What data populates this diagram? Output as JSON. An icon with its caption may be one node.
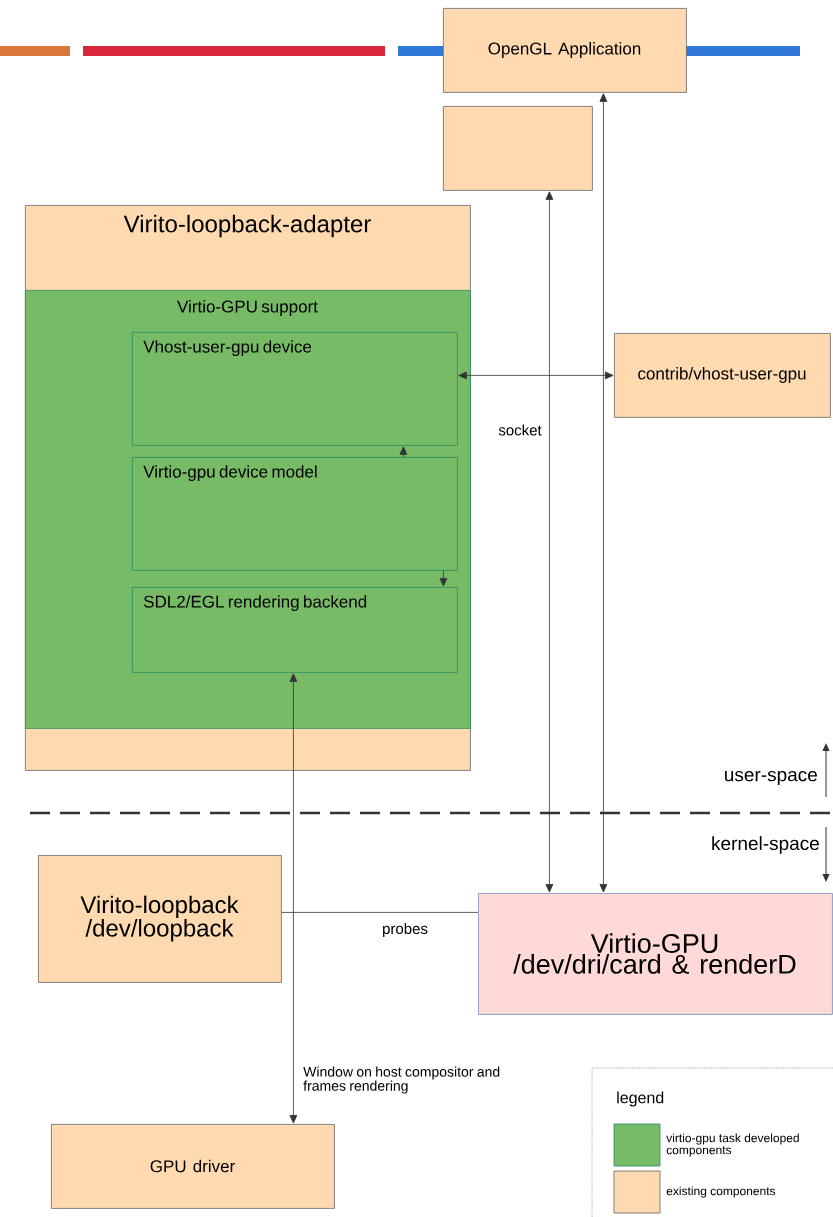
{
  "diagram": {
    "nodes": [
      {
        "text": [
          "OpenGL Application"
        ]
      },
      {
        "text": [],
        "shape": "box"
      },
      {
        "text": [
          "Virito-loopback-adapter"
        ]
      },
      {
        "text": [
          "Virtio-GPU support"
        ],
        "in": 2
      },
      {
        "text": [
          "Vhost-user-gpu device"
        ],
        "in": 3
      },
      {
        "text": [
          "Virtio-gpu device model"
        ],
        "in": 3
      },
      {
        "text": [
          "SDL2/EGL rendering backend"
        ],
        "in": 3
      },
      {
        "text": [
          "contrib/vhost-user-gpu"
        ]
      },
      {
        "text": [
          "Virito-loopback /dev/loopback"
        ]
      },
      {
        "text": [
          "Virtio-GPU /dev/dri/card & renderD"
        ]
      },
      {
        "text": [
          "GPU driver"
        ]
      }
    ],
    "edges": [
      {
        "from": 9,
        "to": 0,
        "arrow": "both"
      },
      {
        "from": 9,
        "to": 1,
        "arrow": "both"
      },
      {
        "from": 4,
        "to": 7,
        "arrow": "both"
      },
      {
        "from": 5,
        "to": 4,
        "arrow": "to"
      },
      {
        "from": 5,
        "to": 6,
        "arrow": "to"
      },
      {
        "from": 6,
        "to": 10,
        "arrow": "both",
        "label": "Window on host compositor and frames rendering"
      },
      {
        "from": 8,
        "to": 9,
        "arrow": "none",
        "label": "probes"
      }
    ],
    "labels": [
      "socket",
      "user-space",
      "kernel-space",
      "legend"
    ],
    "legend": [
      {
        "text": "virtio-gpu task developed components",
        "color": "#77bb66"
      },
      {
        "text": "existing components",
        "color": "#ffdab0"
      }
    ]
  }
}
